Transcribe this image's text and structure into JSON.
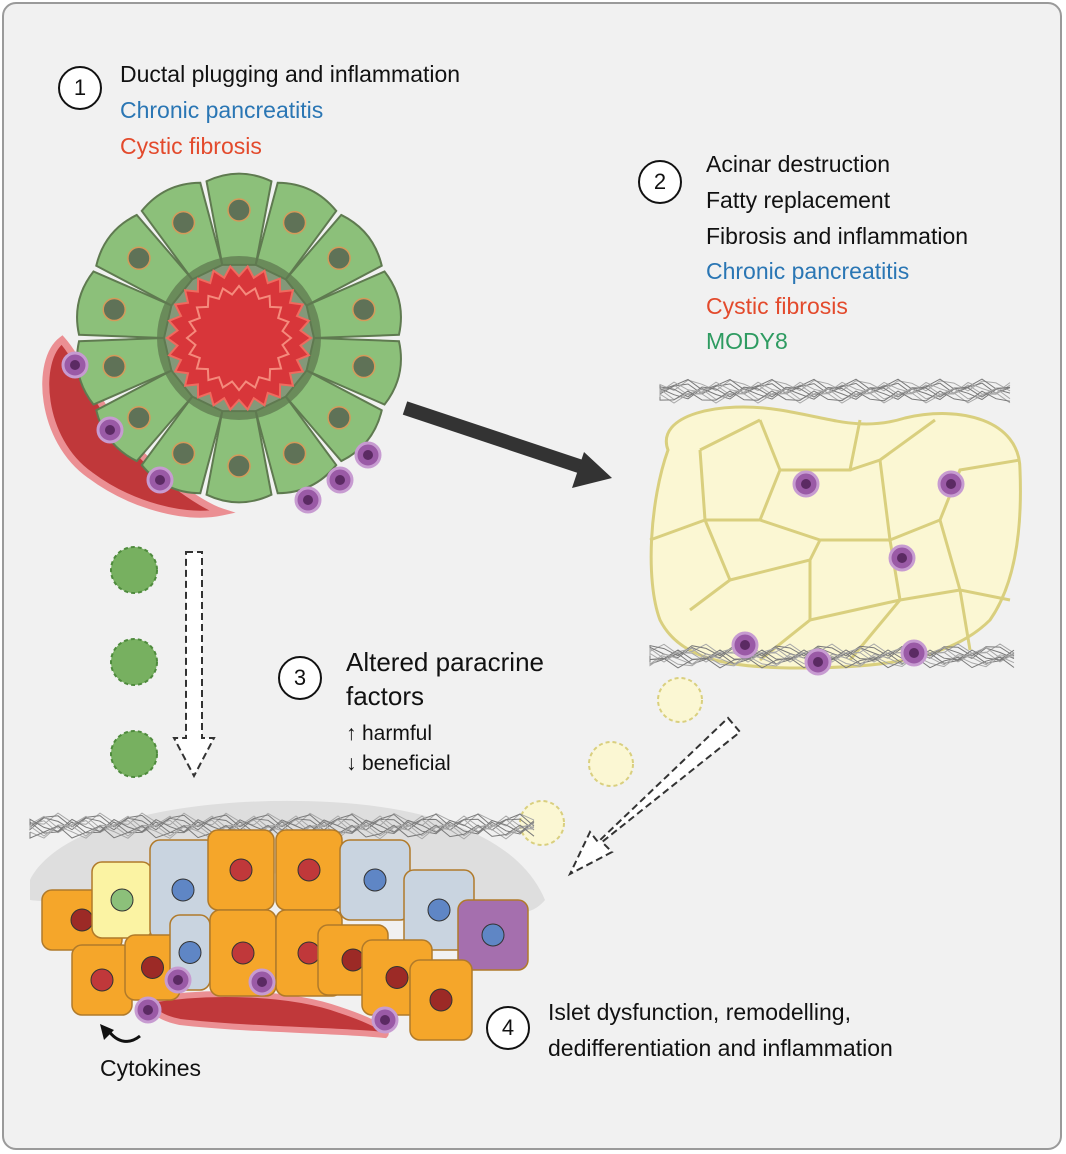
{
  "steps": {
    "s1": {
      "number": "1",
      "lines": [
        {
          "text": "Ductal plugging and inflammation",
          "tone": "black"
        },
        {
          "text": "Chronic pancreatitis",
          "tone": "blue"
        },
        {
          "text": "Cystic fibrosis",
          "tone": "red"
        }
      ]
    },
    "s2": {
      "number": "2",
      "lines": [
        {
          "text": "Acinar destruction",
          "tone": "black"
        },
        {
          "text": "Fatty replacement",
          "tone": "black"
        },
        {
          "text": "Fibrosis and inflammation",
          "tone": "black"
        },
        {
          "text": "Chronic pancreatitis",
          "tone": "blue"
        },
        {
          "text": "Cystic fibrosis",
          "tone": "red"
        },
        {
          "text": "MODY8",
          "tone": "green"
        }
      ]
    },
    "s3": {
      "number": "3",
      "title_line1": "Altered paracrine",
      "title_line2": "factors",
      "up_glyph": "↑",
      "up_text": "harmful",
      "down_glyph": "↓",
      "down_text": "beneficial"
    },
    "s4": {
      "number": "4",
      "line1": "Islet dysfunction, remodelling,",
      "line2": "dedifferentiation and inflammation"
    }
  },
  "cytokines_label": "Cytokines",
  "colors": {
    "acinar_green": "#8cc07a",
    "acinar_dark": "#5f7a50",
    "lumen_red": "#d8363a",
    "fat_yellow": "#fbf7d3",
    "fat_border": "#d9cf7e",
    "immune_purple": "#9a5aa6",
    "islet_orange": "#f5a62a",
    "islet_blue": "#c9d4e0",
    "vessel_red": "#c0383a",
    "vessel_pink": "#eb8f93"
  }
}
